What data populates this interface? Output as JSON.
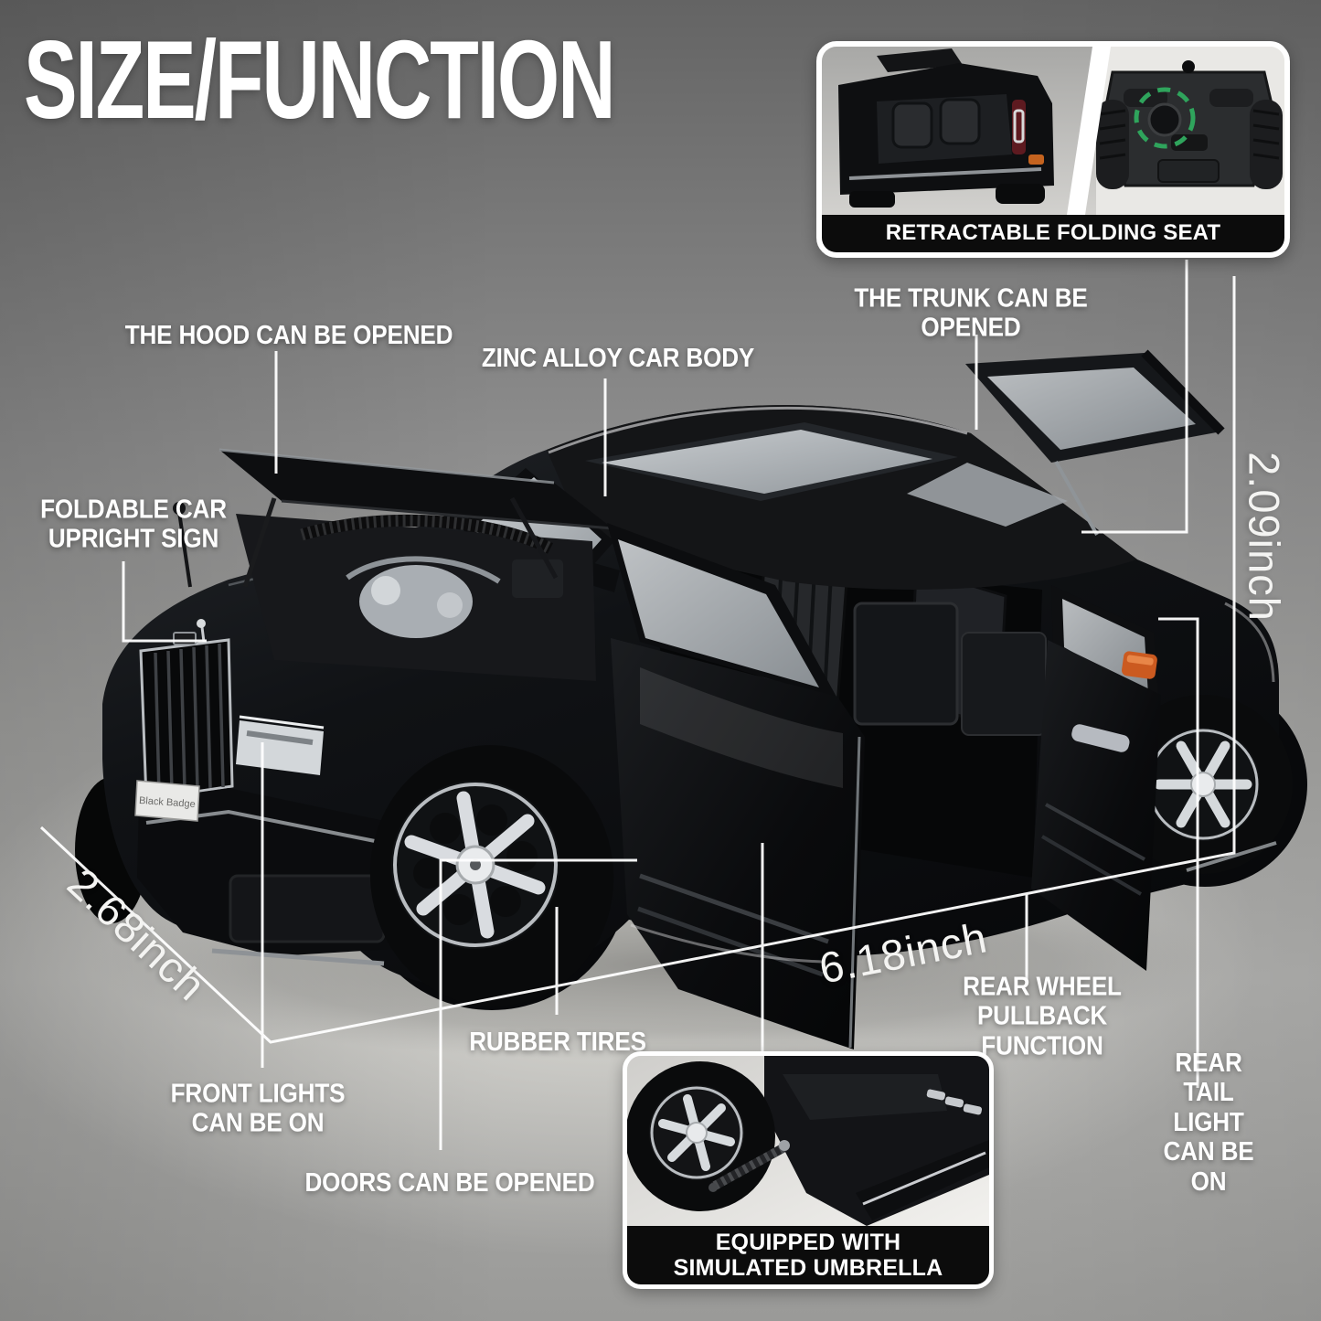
{
  "title": "SIZE/FUNCTION",
  "labels": {
    "hood": "THE HOOD CAN BE OPENED",
    "zinc": "ZINC ALLOY CAR BODY",
    "trunk": "THE TRUNK CAN BE OPENED",
    "foldable": "FOLDABLE CAR\nUPRIGHT SIGN",
    "front_lights": "FRONT LIGHTS\nCAN BE ON",
    "doors": "DOORS CAN BE OPENED",
    "rubber": "RUBBER TIRES",
    "rear_wheel": "REAR WHEEL\nPULLBACK FUNCTION",
    "tail_light": "REAR TAIL LIGHT\nCAN BE ON"
  },
  "dimensions": {
    "height": "2.09inch",
    "width": "2.68inch",
    "length": "6.18inch"
  },
  "insets": {
    "seat": {
      "caption": "RETRACTABLE FOLDING SEAT"
    },
    "umbrella": {
      "caption": "EQUIPPED WITH\nSIMULATED UMBRELLA"
    }
  },
  "car": {
    "license_plate": "Black Badge"
  },
  "colors": {
    "background_top": "#646464",
    "background_mid": "#9a9a9a",
    "floor": "#d8d7d1",
    "car_body": "#0d0e10",
    "chrome": "#d6dade",
    "glass": "#c3c8cc",
    "caption_background": "#0c0c0c",
    "label_text": "#ffffff",
    "green_highlight": "#2fa45c",
    "tail_light_orange": "#cb5a20"
  }
}
